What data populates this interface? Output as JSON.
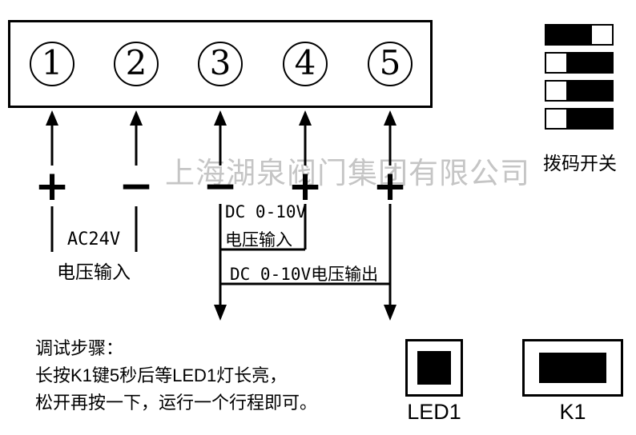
{
  "watermark": "上海湖泉阀门集团有限公司",
  "terminal_block": {
    "numbers": [
      "1",
      "2",
      "3",
      "4",
      "5"
    ],
    "polarities": [
      "+",
      "−",
      "−",
      "+",
      "+"
    ]
  },
  "wiring_labels": {
    "ac24v_line1": "AC24V",
    "ac24v_line2": "电压输入",
    "dc_input_line1": "DC 0-10V",
    "dc_input_line2": "电压输入",
    "dc_output": "DC 0-10V电压输出"
  },
  "dip_switch": {
    "label": "拨码开关",
    "rows": [
      "left",
      "right",
      "right",
      "right"
    ]
  },
  "instructions": {
    "title": "调试步骤：",
    "line1": "长按K1键5秒后等LED1灯长亮，",
    "line2": "松开再按一下，运行一个行程即可。"
  },
  "led": {
    "label": "LED1"
  },
  "k1_button": {
    "label": "K1"
  },
  "colors": {
    "ink": "#000000",
    "watermark": "#c5c5c5"
  }
}
